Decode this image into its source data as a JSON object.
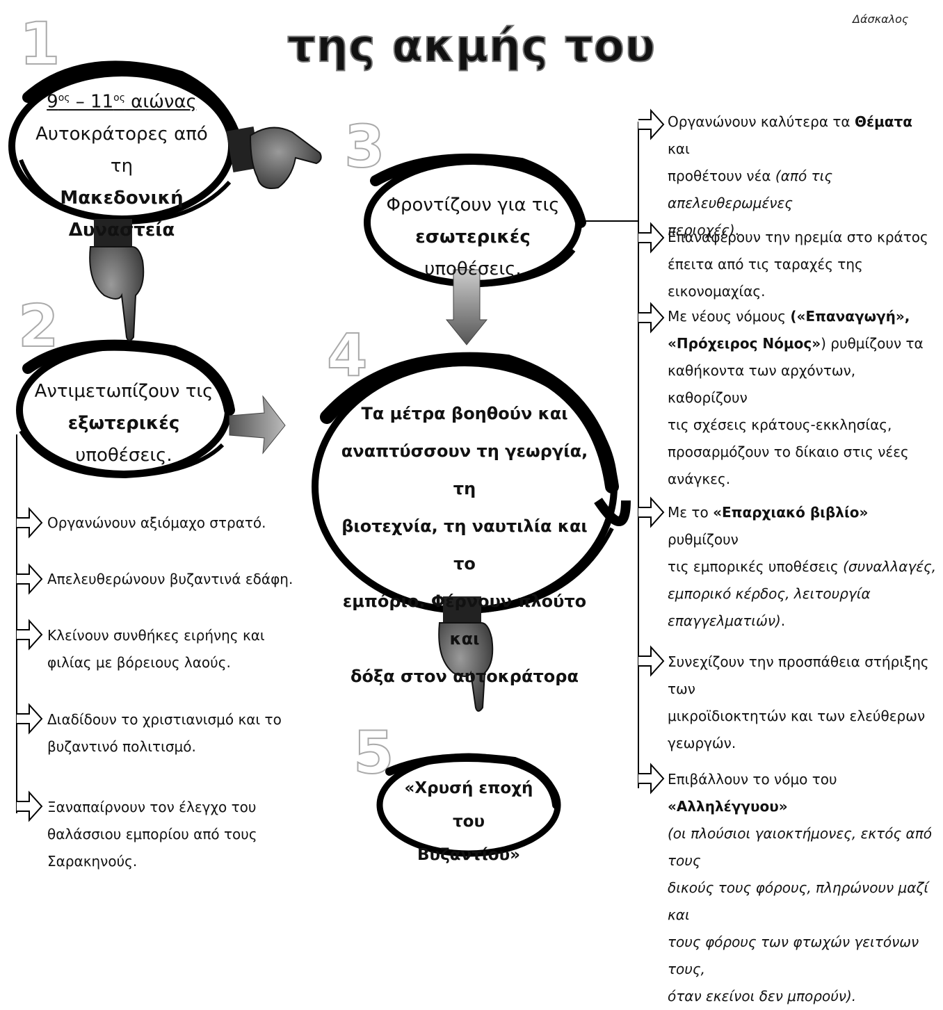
{
  "header": {
    "title": "της ακμής του",
    "author": "Δάσκαλος"
  },
  "step_numbers": [
    "1",
    "2",
    "3",
    "4",
    "5"
  ],
  "step1": {
    "line1_a": "9",
    "line1_sup_a": "ος",
    "line1_b": " – 11",
    "line1_sup_b": "ος",
    "line1_c": " αιώνας",
    "line2": "Αυτοκράτορες από τη",
    "line3": "Μακεδονική Δυναστεία"
  },
  "step2": {
    "line1": "Αντιμετωπίζουν τις",
    "line2_bold": "εξωτερικές",
    "line2_rest": " υποθέσεις."
  },
  "step3": {
    "line1": "Φροντίζουν για τις",
    "line2_bold": "εσωτερικές",
    "line2_rest": " υποθέσεις."
  },
  "step4": {
    "lines": [
      "Τα μέτρα βοηθούν και",
      "αναπτύσσουν τη γεωργία, τη",
      "βιοτεχνία, τη ναυτιλία και το",
      "εμπόριο. Φέρνουν πλούτο και",
      "δόξα στον αυτοκράτορα"
    ]
  },
  "step5": {
    "line1": "«Χρυσή εποχή του",
    "line2": "Βυζαντίου»"
  },
  "external_affairs": [
    [
      "Οργανώνουν αξιόμαχο στρατό."
    ],
    [
      "Απελευθερώνουν βυζαντινά εδάφη."
    ],
    [
      "Κλείνουν συνθήκες ειρήνης και",
      "φιλίας με βόρειους λαούς."
    ],
    [
      "Διαδίδουν το χριστιανισμό και το",
      "βυζαντινό πολιτισμό."
    ],
    [
      "Ξαναπαίρνουν τον έλεγχο του",
      "θαλάσσιου εμπορίου από τους",
      "Σαρακηνούς."
    ]
  ],
  "internal_affairs": {
    "i1": {
      "a": "Οργανώνουν καλύτερα τα ",
      "b": "Θέματα",
      "c": " και",
      "d": "προθέτουν νέα ",
      "e": "(από τις απελευθερωμένες",
      "f": "περιοχές)",
      "g": "."
    },
    "i2": {
      "l1": "Επαναφέρουν την ηρεμία στο κράτος",
      "l2": "έπειτα από τις ταραχές της εικονομαχίας."
    },
    "i3": {
      "a": "Με νέους νόμους ",
      "b": "(«Επαναγωγή»,",
      "c": "«Πρόχειρος Νόμος»",
      "d": ") ρυθμίζουν τα",
      "l3": "καθήκοντα των αρχόντων, καθορίζουν",
      "l4": "τις σχέσεις κράτους-εκκλησίας,",
      "l5": "προσαρμόζουν το δίκαιο στις νέες",
      "l6": "ανάγκες."
    },
    "i4": {
      "a": "Με το ",
      "b": "«Επαρχιακό βιβλίο»",
      "c": "  ρυθμίζουν",
      "d": "τις εμπορικές υποθέσεις ",
      "e": "(συναλλαγές,",
      "l3": "εμπορικό κέρδος, λειτουργία",
      "l4": "επαγγελματιών)",
      "l4b": "."
    },
    "i5": {
      "l1": "Συνεχίζουν την προσπάθεια στήριξης των",
      "l2": "μικροϊδιοκτητών και των ελεύθερων",
      "l3": "γεωργών."
    },
    "i6": {
      "a": "Επιβάλλουν το νόμο του ",
      "b": "«Αλληλέγγυου»",
      "l2": "(οι πλούσιοι γαιοκτήμονες, εκτός από τους",
      "l3": "δικούς τους φόρους, πληρώνουν μαζί και",
      "l4": "τους φόρους των φτωχών γειτόνων τους,",
      "l5": "όταν εκείνοι δεν μπορούν)."
    }
  },
  "icons": [
    "pointing-hand-right-icon",
    "pointing-hand-down-icon",
    "gradient-arrow-right-icon",
    "gradient-arrow-down-icon",
    "outline-arrow-icon"
  ]
}
